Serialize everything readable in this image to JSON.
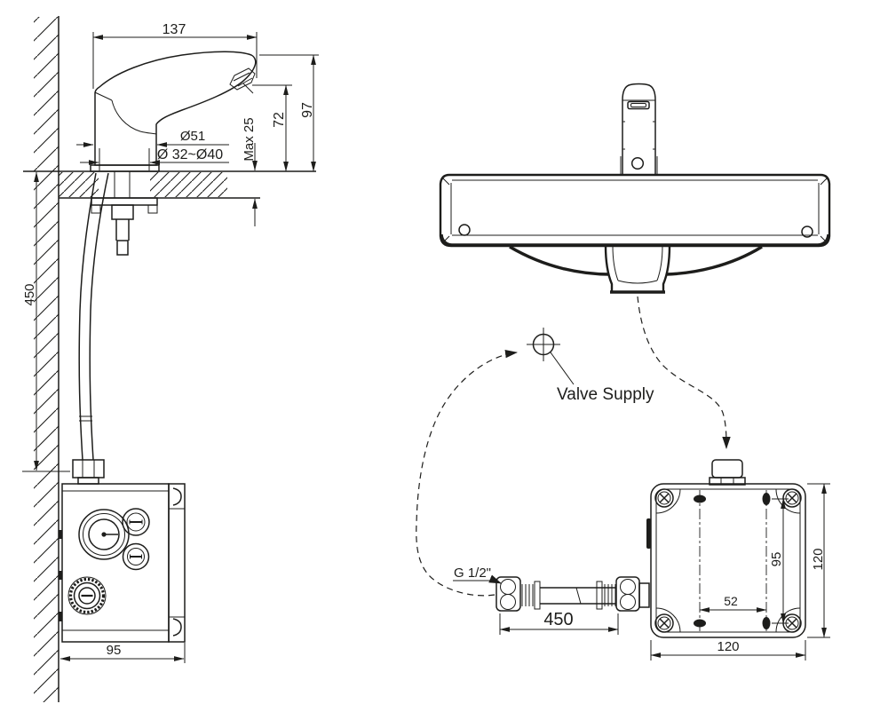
{
  "colors": {
    "ink": "#1d1d1b",
    "background": "#ffffff"
  },
  "left_view": {
    "description": "sensor faucet side installation view on counter with wall and control box",
    "dims": {
      "spout_reach": "137",
      "total_height": "97",
      "outlet_height": "72",
      "deck_thickness": "Max 25",
      "body_diameter": "Ø51",
      "hole_diameter": "Ø 32~Ø40",
      "hose_drop": "450",
      "box_depth": "95"
    }
  },
  "right_view": {
    "description": "basin front view with supply hose and control box rear view",
    "labels": {
      "valve_supply": "Valve Supply",
      "inlet_thread": "G 1/2\""
    },
    "dims": {
      "hose_length": "450",
      "hole_spacing_horizontal": "52",
      "hole_spacing_vertical": "95",
      "box_width": "120",
      "box_height": "120"
    }
  }
}
